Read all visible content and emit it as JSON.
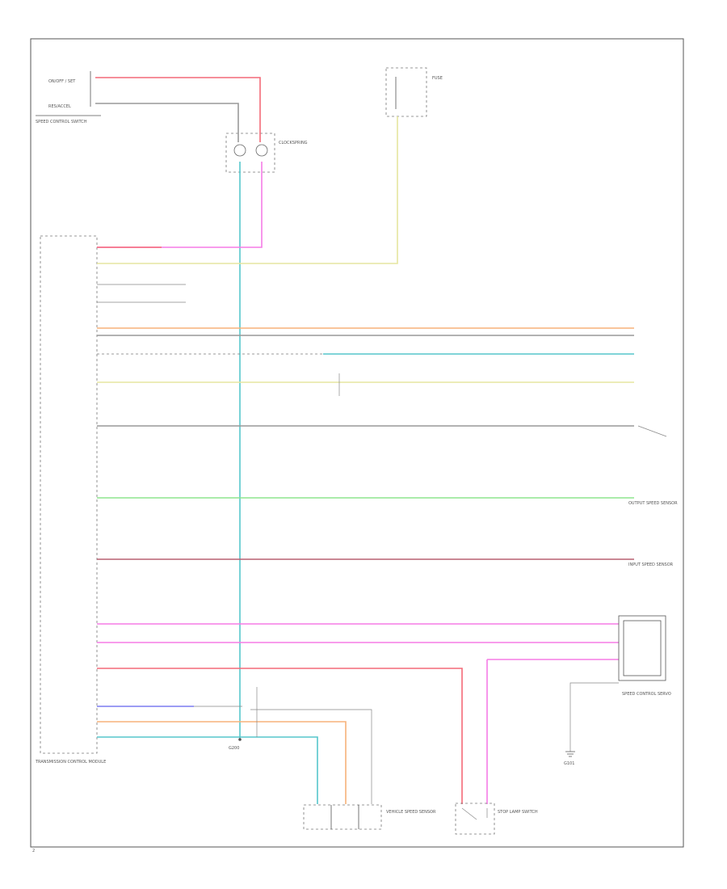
{
  "colors": {
    "red": "#f46a78",
    "pink": "#f57ce6",
    "yellow": "#e6e6a0",
    "orange": "#f7b27a",
    "teal": "#56c6cc",
    "green": "#8ee68e",
    "maroon": "#b86070",
    "blue": "#7c7cf0",
    "gray": "#999999",
    "black": "#555555"
  },
  "labels": {
    "speed_control_switch": "SPEED CONTROL SWITCH",
    "clockspring": "CLOCKSPRING",
    "fuse_block": "FUSE",
    "tcm": "TRANSMISSION CONTROL MODULE",
    "output_speed_sensor": "OUTPUT SPEED SENSOR",
    "input_speed_sensor": "INPUT SPEED SENSOR",
    "stop_lamp_switch": "STOP LAMP SWITCH",
    "vehicle_speed_sensor": "VEHICLE SPEED SENSOR",
    "speed_control_servo": "SPEED CONTROL SERVO",
    "g101": "G101",
    "g200": "G200",
    "page_number": "2"
  }
}
